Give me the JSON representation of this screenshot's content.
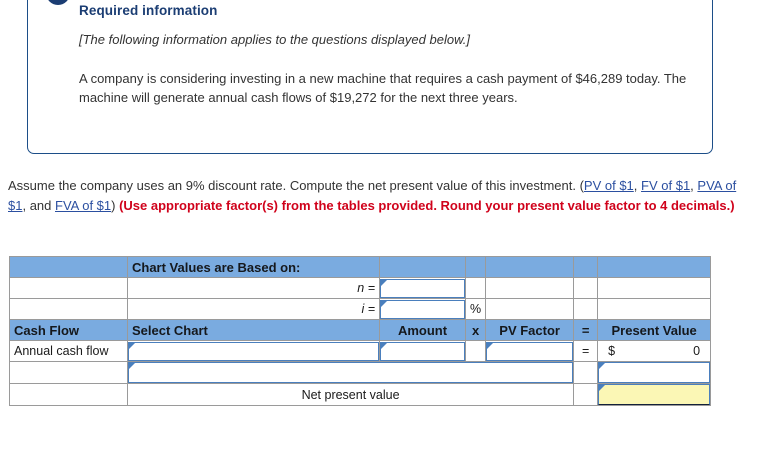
{
  "info_panel": {
    "title": "Required information",
    "note": "[The following information applies to the questions displayed below.]",
    "body": "A company is considering investing in a new machine that requires a cash payment of $46,289 today. The machine will generate annual cash flows of $19,272 for the next three years."
  },
  "question": {
    "lead": "Assume the company uses an 9% discount rate. Compute the net present value of this investment. (",
    "links": [
      "PV of $1",
      "FV of $1",
      "PVA of $1",
      "FVA of $1"
    ],
    "sep_comma": ", ",
    "sep_and": ", and ",
    "close_paren": ") ",
    "bold_red": "(Use appropriate factor(s) from the tables provided. Round your present value factor to 4 decimals.)"
  },
  "worksheet": {
    "chart_values_header": "Chart Values are Based on:",
    "n_label": "n =",
    "i_label": "i =",
    "percent_symbol": "%",
    "columns": {
      "cash_flow": "Cash Flow",
      "select_chart": "Select Chart",
      "amount": "Amount",
      "times": "x",
      "pv_factor": "PV Factor",
      "equals": "=",
      "present_value": "Present Value"
    },
    "rows": [
      {
        "cash_flow": "Annual cash flow",
        "select_chart": "",
        "amount": "",
        "times": "",
        "pv_factor": "",
        "equals": "=",
        "currency": "$",
        "present_value": "0"
      },
      {
        "cash_flow": "",
        "select_chart": "",
        "amount": "",
        "times": "",
        "pv_factor": "",
        "equals": "",
        "present_value": ""
      }
    ],
    "net_present_value_label": "Net present value",
    "net_present_value": ""
  },
  "colors": {
    "header_blue": "#7aabe0",
    "panel_border": "#1c4e88",
    "title_blue": "#1b3d73",
    "link_blue": "#2b4fa0",
    "alert_red": "#d0021b",
    "input_border": "#4a7fbd",
    "answer_yellow": "#fbf7b5"
  }
}
